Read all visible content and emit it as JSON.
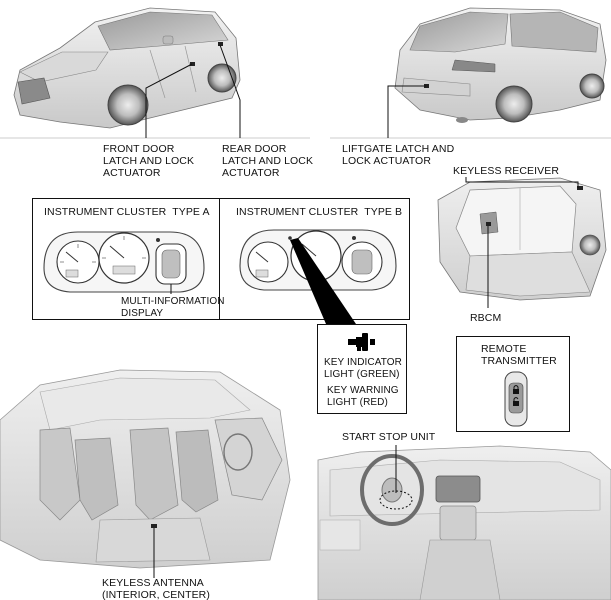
{
  "labels": {
    "front_door": [
      "FRONT DOOR",
      "LATCH AND LOCK",
      "ACTUATOR"
    ],
    "rear_door": [
      "REAR DOOR",
      "LATCH AND LOCK",
      "ACTUATOR"
    ],
    "liftgate": [
      "LIFTGATE LATCH AND",
      "LOCK ACTUATOR"
    ],
    "keyless_receiver": "KEYLESS RECEIVER",
    "cluster_a": "INSTRUMENT CLUSTER  TYPE A",
    "cluster_b": "INSTRUMENT CLUSTER  TYPE B",
    "multi_info": [
      "MULTI-INFORMATION",
      "DISPLAY"
    ],
    "rbcm": "RBCM",
    "key_indicator": [
      "KEY INDICATOR",
      "LIGHT (GREEN)"
    ],
    "key_warning": [
      "KEY WARNING",
      "LIGHT (RED)"
    ],
    "remote_transmitter": [
      "REMOTE",
      "TRANSMITTER"
    ],
    "start_stop": "START STOP UNIT",
    "keyless_antenna": [
      "KEYLESS ANTENNA",
      "(INTERIOR, CENTER)"
    ]
  },
  "colors": {
    "line": "#111111",
    "drawing_fill": "#e6e6e6",
    "drawing_shade": "#b8b8b8",
    "drawing_dark": "#6a6a6a"
  },
  "icons": [
    "key-icon",
    "lock-icon",
    "unlock-icon"
  ]
}
